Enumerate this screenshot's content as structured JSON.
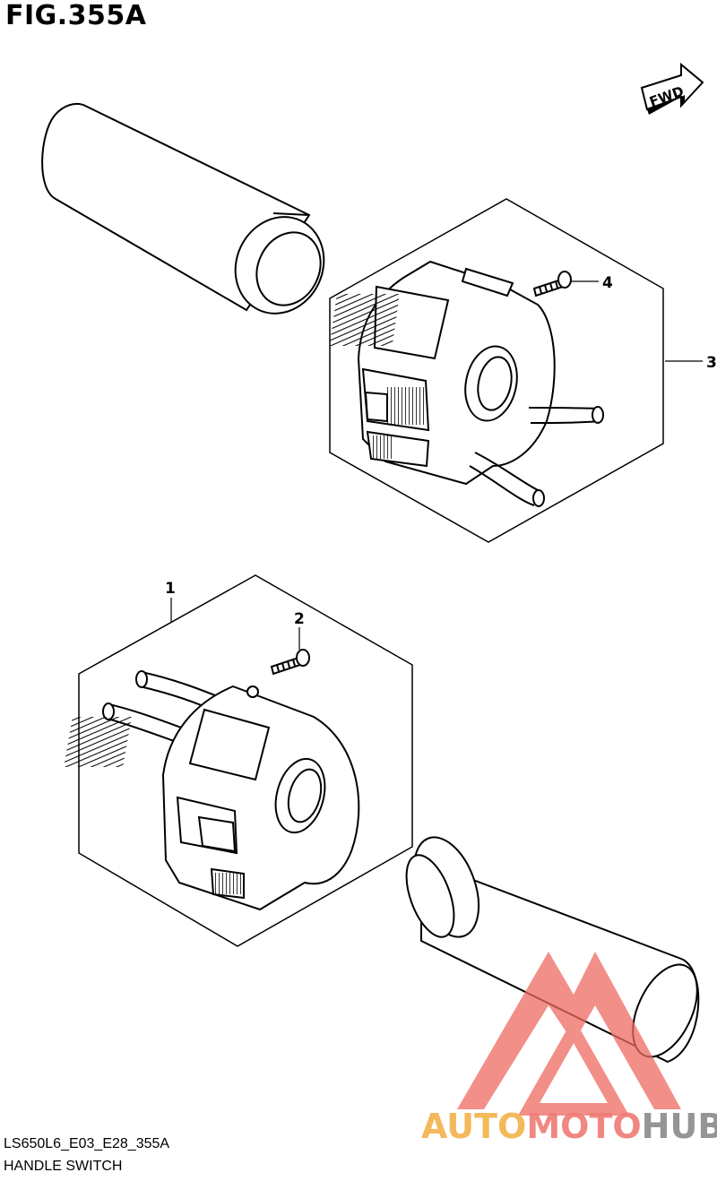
{
  "figure": {
    "title": "FIG.355A",
    "model_code": "LS650L6_E03_E28_355A",
    "name": "HANDLE SWITCH"
  },
  "direction": {
    "label": "FWD"
  },
  "callouts": [
    {
      "id": "part-1",
      "number": "1"
    },
    {
      "id": "part-2",
      "number": "2"
    },
    {
      "id": "part-3",
      "number": "3"
    },
    {
      "id": "part-4",
      "number": "4"
    }
  ],
  "watermark": {
    "brand_part_1": "AUTO",
    "brand_part_2": "MOTO",
    "brand_part_3": "HUB",
    "colors": {
      "auto": "#f2b24a",
      "moto": "#ef7b74",
      "hub": "#8a8a8a",
      "logo": "#ee6a62"
    }
  }
}
